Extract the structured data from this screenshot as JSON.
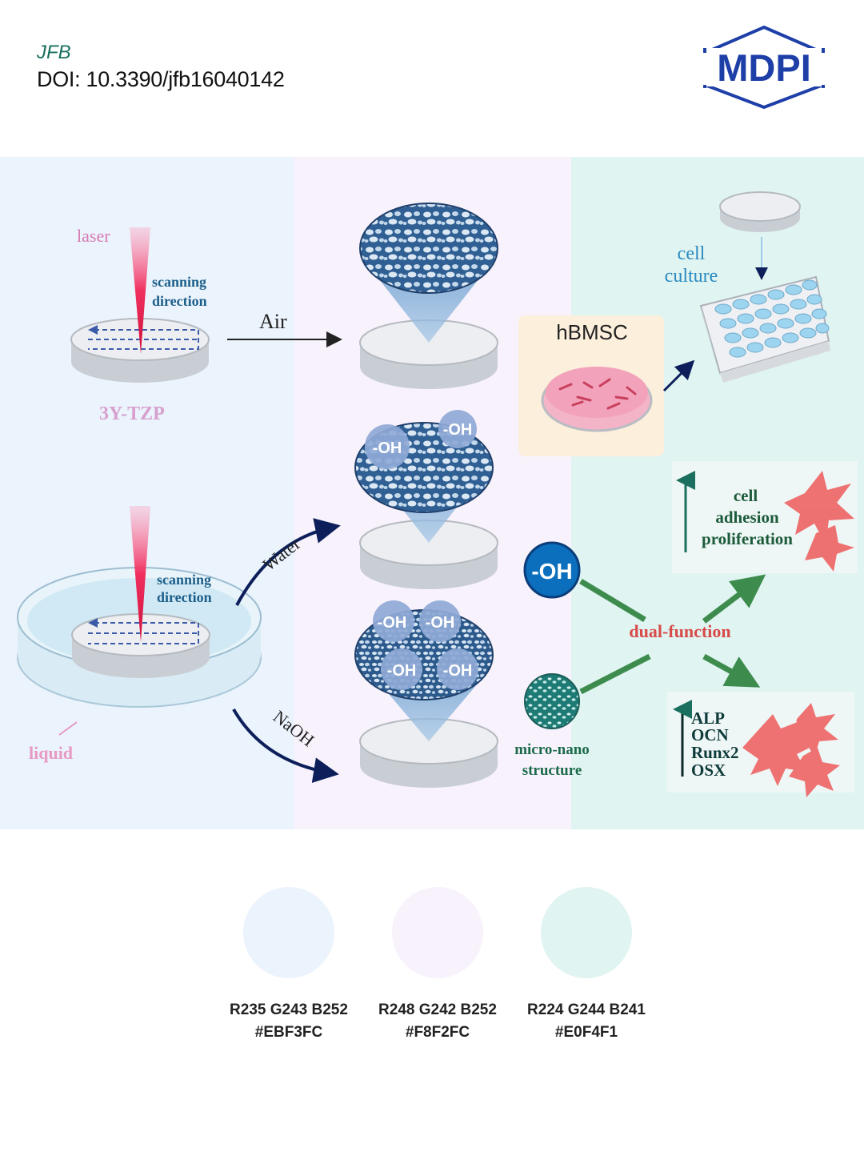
{
  "header": {
    "journal": "JFB",
    "doi": "DOI: 10.3390/jfb16040142",
    "logo_text": "MDPI"
  },
  "diagram": {
    "laser_label": "laser",
    "scanning_line1": "scanning",
    "scanning_line2": "direction",
    "sample_label": "3Y-TZP",
    "liquid_label": "liquid",
    "air_label": "Air",
    "water_label": "Water",
    "naoh_label": "NaOH",
    "oh_label": "-OH",
    "hbmsc_label": "hBMSC",
    "cell_culture_line1": "cell",
    "cell_culture_line2": "culture",
    "adhesion_line1": "cell",
    "adhesion_line2": "adhesion",
    "adhesion_line3": "proliferation",
    "dual_function": "dual-function",
    "micro_line1": "micro-nano",
    "micro_line2": "structure",
    "markers": [
      "ALP",
      "OCN",
      "Runx2",
      "OSX"
    ]
  },
  "palette": [
    {
      "rgb": "R235 G243 B252",
      "hex": "#EBF3FC",
      "color": "#EBF3FC"
    },
    {
      "rgb": "R248 G242 B252",
      "hex": "#F8F2FC",
      "color": "#F8F2FC"
    },
    {
      "rgb": "R224 G244 B241",
      "hex": "#E0F4F1",
      "color": "#E0F4F1"
    }
  ]
}
